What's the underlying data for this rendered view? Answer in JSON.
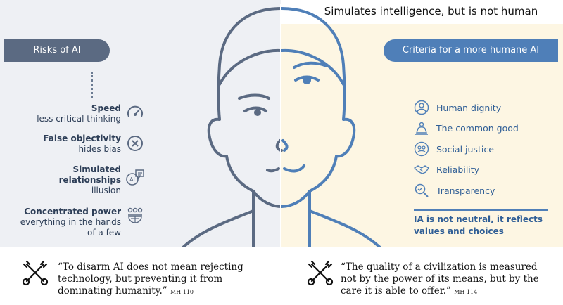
{
  "header": {
    "title": "Simulates intelligence, but is not human"
  },
  "left": {
    "heading": "Risks of AI",
    "items": [
      {
        "title": "Speed",
        "desc": "less critical thinking",
        "icon": "speedometer-icon"
      },
      {
        "title": "False objectivity",
        "desc": "hides bias",
        "icon": "cross-circle-icon"
      },
      {
        "title": "Simulated relationships",
        "title_lines": [
          "Simulated",
          "relationships"
        ],
        "desc": "illusion",
        "icon": "ai-chat-icon"
      },
      {
        "title": "Concentrated power",
        "desc_lines": [
          "everything in the hands",
          "of a few"
        ],
        "icon": "people-globe-icon"
      }
    ]
  },
  "right": {
    "heading": "Criteria for a more humane AI",
    "items": [
      {
        "label": "Human dignity",
        "icon": "person-icon"
      },
      {
        "label": "The common good",
        "icon": "community-icon"
      },
      {
        "label": "Social justice",
        "icon": "hands-icon"
      },
      {
        "label": "Reliability",
        "icon": "handshake-icon"
      },
      {
        "label": "Transparency",
        "icon": "magnifier-icon"
      }
    ],
    "note_lines": [
      "IA  is not neutral, it reflects",
      "values and choices"
    ]
  },
  "quotes": [
    {
      "lines": [
        "“To disarm AI does not mean rejecting",
        "technology, but preventing it from",
        "dominating humanity.”"
      ],
      "ref": "MH 110"
    },
    {
      "lines": [
        "“The quality of a civilization is measured",
        "not by the power of its means, but by the",
        "care it is able to offer.”"
      ],
      "ref": "MH 114"
    }
  ],
  "colors": {
    "left_bg": "#eef0f4",
    "right_bg": "#fdf6e3",
    "left_accent": "#5b6a82",
    "right_accent": "#4f7fb8",
    "text_dark": "#2d3e57"
  }
}
